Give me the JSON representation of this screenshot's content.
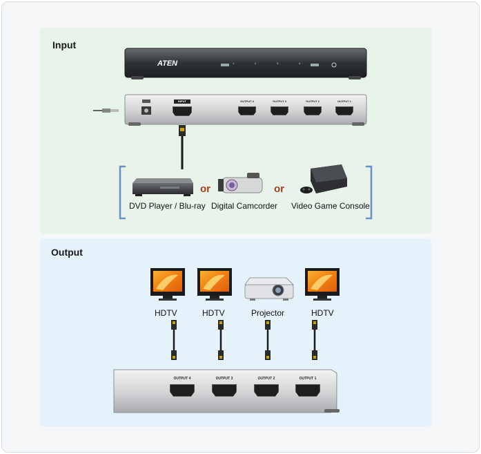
{
  "input_section": {
    "title": "Input",
    "front_panel": {
      "brand": "ATEN",
      "leds": [
        "1",
        "2",
        "3",
        "4"
      ]
    },
    "rear_panel": {
      "input_port": "INPUT",
      "outputs": [
        "OUTPUT 4",
        "OUTPUT 3",
        "OUTPUT 2",
        "OUTPUT 1"
      ]
    },
    "sources": [
      "DVD Player / Blu-ray",
      "Digital Camcorder",
      "Video Game Console"
    ],
    "connector_word": "or"
  },
  "output_section": {
    "title": "Output",
    "displays": [
      "HDTV",
      "HDTV",
      "Projector",
      "HDTV"
    ],
    "outputs": [
      "OUTPUT 4",
      "OUTPUT 3",
      "OUTPUT 2",
      "OUTPUT 1"
    ]
  },
  "colors": {
    "input_bg": "#e8f3e9",
    "output_bg": "#e6f2f9",
    "bracket": "#6b8fc8",
    "or_text": "#a0401a"
  }
}
